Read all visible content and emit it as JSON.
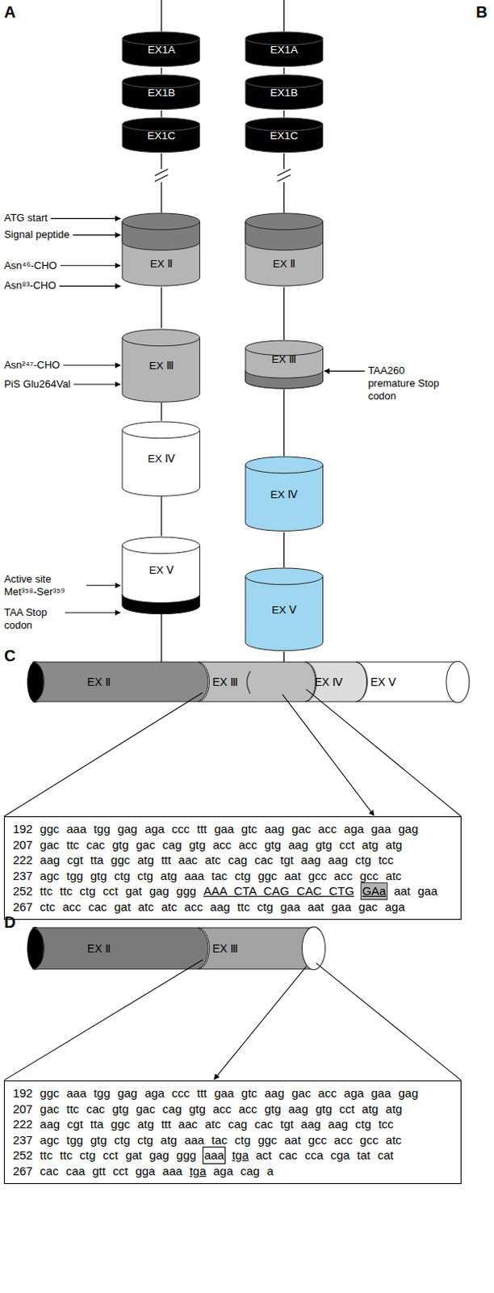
{
  "diagram": {
    "nodes": [
      {
        "text": [
          "EX1A"
        ]
      },
      {
        "text": [
          "EX1B"
        ]
      },
      {
        "text": [
          "EX1C"
        ]
      },
      {
        "text": [
          "EX Ⅱ"
        ]
      },
      {
        "text": [
          "EX Ⅲ"
        ]
      },
      {
        "text": [
          "EX Ⅳ"
        ]
      },
      {
        "text": [
          "EX Ⅴ"
        ]
      },
      {
        "text": [
          "EX1A"
        ]
      },
      {
        "text": [
          "EX1B"
        ]
      },
      {
        "text": [
          "EX1C"
        ]
      },
      {
        "text": [
          "EX Ⅱ"
        ]
      },
      {
        "text": [
          "EX Ⅲ"
        ]
      },
      {
        "text": [
          "EX Ⅳ"
        ]
      },
      {
        "text": [
          "EX Ⅴ"
        ]
      },
      {
        "text": [
          "EX Ⅱ"
        ]
      },
      {
        "text": [
          "EX Ⅲ"
        ]
      },
      {
        "text": [
          "EX Ⅳ"
        ]
      },
      {
        "text": [
          "EX Ⅴ"
        ]
      },
      {
        "text": [
          "192 ggc aaa tgg gag aga ccc ttt gaa gtc aag gac acc aga gaa gag",
          "207 gac ttc cac gtg gac cag gtg acc acc gtg aag gtg cct atg atg",
          "222 aag cgt tta ggc atg ttt aac atc cag cac tgt aag aag ctg tcc",
          "237 agc tgg gtg ctg ctg atg aaa tac ctg ggc aat gcc acc gcc atc",
          "252 ttc ttc ctg cct gat gag ggg",
          "AAA CTA CAG CAC CTG",
          "GAa",
          "aat gaa",
          "267 ctc acc cac gat atc atc acc aag ttc ctg gaa aat gaa gac aga"
        ]
      },
      {
        "text": [
          "EX Ⅱ"
        ]
      },
      {
        "text": [
          "EX Ⅲ"
        ]
      },
      {
        "text": [
          "192 ggc aaa tgg gag aga ccc ttt gaa gtc aag gac acc aga gaa gag",
          "207 gac ttc cac gtg gac cag gtg acc acc gtg aag gtg cct atg atg",
          "222 aag cgt tta ggc atg ttt aac atc cag cac tgt aag aag ctg tcc",
          "237 agc tgg gtg ctg ctg atg aaa tac ctg ggc aat gcc acc gcc atc",
          "252 ttc ttc ctg cct gat gag ggg",
          "aaa",
          "tga",
          "act cac cca cga tat cat",
          "267 cac caa gtt cct gga aaa",
          "tga",
          "aga cag a"
        ]
      }
    ],
    "edges": [
      {
        "from": 0,
        "to": 1,
        "arrow": "none"
      },
      {
        "from": 1,
        "to": 2,
        "arrow": "none"
      },
      {
        "from": 2,
        "to": 3,
        "arrow": "none"
      },
      {
        "from": 3,
        "to": 4,
        "arrow": "none"
      },
      {
        "from": 4,
        "to": 5,
        "arrow": "none"
      },
      {
        "from": 5,
        "to": 6,
        "arrow": "none"
      },
      {
        "from": 7,
        "to": 8,
        "arrow": "none"
      },
      {
        "from": 8,
        "to": 9,
        "arrow": "none"
      },
      {
        "from": 9,
        "to": 10,
        "arrow": "none"
      },
      {
        "from": 10,
        "to": 11,
        "arrow": "none"
      },
      {
        "from": 11,
        "to": 12,
        "arrow": "none"
      },
      {
        "from": 12,
        "to": 13,
        "arrow": "none"
      }
    ],
    "labels": [
      "A",
      "B",
      "ATG start",
      "Signal peptide",
      "Asn⁴⁶-CHO",
      "Asn⁸³-CHO",
      "Asn²⁴⁷-CHO",
      "PiS Glu264Val",
      "Active site Met³⁵⁸-Ser³⁵⁹",
      "TAA Stop codon",
      "TAA260 premature Stop codon",
      "C",
      "D"
    ]
  }
}
